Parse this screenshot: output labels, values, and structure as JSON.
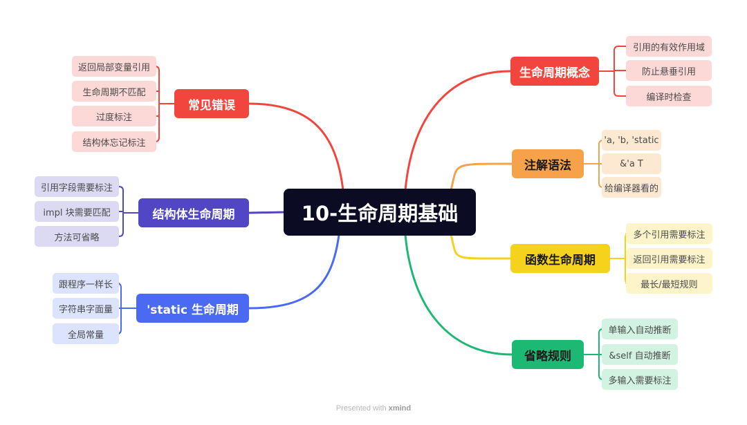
{
  "root": {
    "label": "10-生命周期基础"
  },
  "branches": [
    {
      "id": "concept",
      "label": "生命周期概念",
      "color": "#f2453d",
      "text": "#ffffff",
      "leaf_bg": "#fcd9d7",
      "leaf_text": "#4a4a4a",
      "children": [
        "引用的有效作用域",
        "防止悬垂引用",
        "编译时检查"
      ]
    },
    {
      "id": "syntax",
      "label": "注解语法",
      "color": "#f5a24b",
      "text": "#1a1a1a",
      "leaf_bg": "#fde9d2",
      "leaf_text": "#4a4a4a",
      "children": [
        "'a, 'b, 'static",
        "&'a T",
        "给编译器看的"
      ]
    },
    {
      "id": "function",
      "label": "函数生命周期",
      "color": "#f5d21b",
      "text": "#1a1a1a",
      "leaf_bg": "#fdf5c9",
      "leaf_text": "#4a4a4a",
      "children": [
        "多个引用需要标注",
        "返回引用需要标注",
        "最长/最短规则"
      ]
    },
    {
      "id": "elision",
      "label": "省略规则",
      "color": "#1db873",
      "text": "#1a1a1a",
      "leaf_bg": "#d2f2e2",
      "leaf_text": "#4a4a4a",
      "children": [
        "单输入自动推断",
        "&self 自动推断",
        "多输入需要标注"
      ]
    },
    {
      "id": "errors",
      "label": "常见错误",
      "color": "#f2453d",
      "text": "#ffffff",
      "leaf_bg": "#fcd9d7",
      "leaf_text": "#4a4a4a",
      "children": [
        "返回局部变量引用",
        "生命周期不匹配",
        "过度标注",
        "结构体忘记标注"
      ]
    },
    {
      "id": "struct",
      "label": "结构体生命周期",
      "color": "#5146c4",
      "text": "#ffffff",
      "leaf_bg": "#dcdaf3",
      "leaf_text": "#4a4a4a",
      "children": [
        "引用字段需要标注",
        "impl 块需要匹配",
        "方法可省略"
      ]
    },
    {
      "id": "static",
      "label": "'static 生命周期",
      "color": "#4a6af2",
      "text": "#ffffff",
      "leaf_bg": "#dbe3fd",
      "leaf_text": "#4a4a4a",
      "children": [
        "跟程序一样长",
        "字符串字面量",
        "全局常量"
      ]
    }
  ],
  "footer": {
    "prefix": "Presented with",
    "brand": "xmind"
  }
}
